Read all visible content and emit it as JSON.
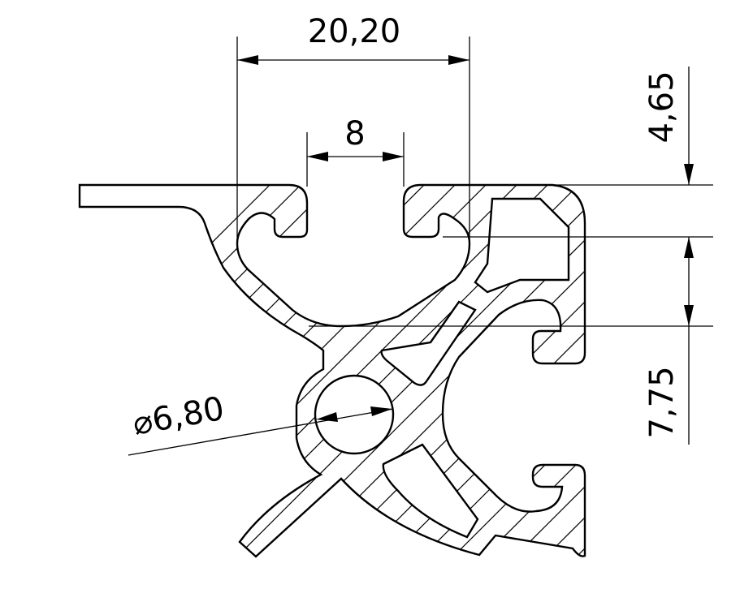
{
  "drawing": {
    "dimensions": {
      "slot_outer_width": "20,20",
      "slot_opening": "8",
      "top_offset": "4,65",
      "lower_offset": "7,75",
      "bore_diameter": "⌀6,80"
    },
    "colors": {
      "line": "#000000",
      "background": "#ffffff"
    }
  }
}
